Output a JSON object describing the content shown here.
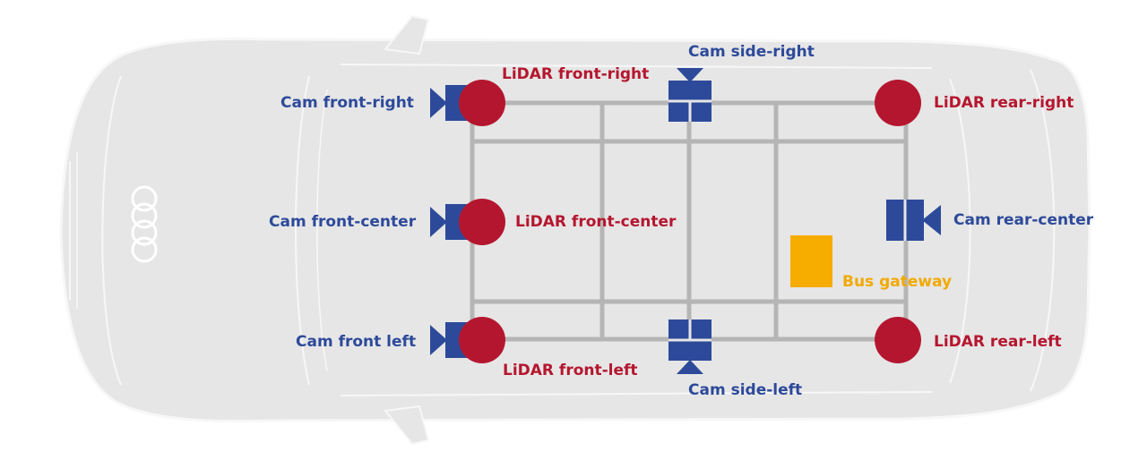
{
  "colors": {
    "camera": "#2d4a9a",
    "lidar": "#b5162f",
    "gateway": "#f7ac00",
    "frame": "#b5b5b5",
    "car_body": "#e6e6e6",
    "car_outline": "#f7f7f7"
  },
  "labels": {
    "cam_side_right": "Cam side-right",
    "lidar_front_right": "LiDAR front-right",
    "cam_front_right": "Cam front-right",
    "lidar_rear_right": "LiDAR rear-right",
    "cam_front_center": "Cam front-center",
    "lidar_front_center": "LiDAR front-center",
    "cam_rear_center": "Cam rear-center",
    "bus_gateway": "Bus gateway",
    "cam_front_left": "Cam front left",
    "lidar_rear_left": "LiDAR rear-left",
    "lidar_front_left": "LiDAR front-left",
    "cam_side_left": "Cam side-left"
  }
}
